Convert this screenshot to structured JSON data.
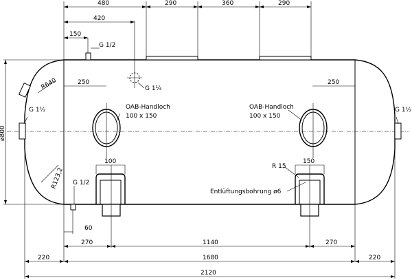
{
  "drawing": {
    "dimensions": {
      "d480": "480",
      "d290a": "290",
      "d360": "360",
      "d290b": "290",
      "d420": "420",
      "d150top": "150",
      "d250left": "250",
      "d250right": "250",
      "d100": "100",
      "d150right": "150",
      "d60": "60",
      "d270left": "270",
      "d1140": "1140",
      "d270right": "270",
      "d220left": "220",
      "d1680": "1680",
      "d220right": "220",
      "d2120": "2120",
      "dia800": "ø800"
    },
    "labels": {
      "radius640": "R640",
      "radius123": "R123,2",
      "r15": "R 15",
      "g12_top": "G 1/2",
      "g14": "G 1¼",
      "g112_left": "G 1½",
      "g112_right": "G 1½",
      "g12_bottom": "G 1/2",
      "handhole_left_title": "OAB-Handloch",
      "handhole_left_size": "100 x 150",
      "handhole_right_title": "OAB-Handloch",
      "handhole_right_size": "100 x 150",
      "vent_bore": "Entlüftungsbohrung ø6"
    }
  }
}
